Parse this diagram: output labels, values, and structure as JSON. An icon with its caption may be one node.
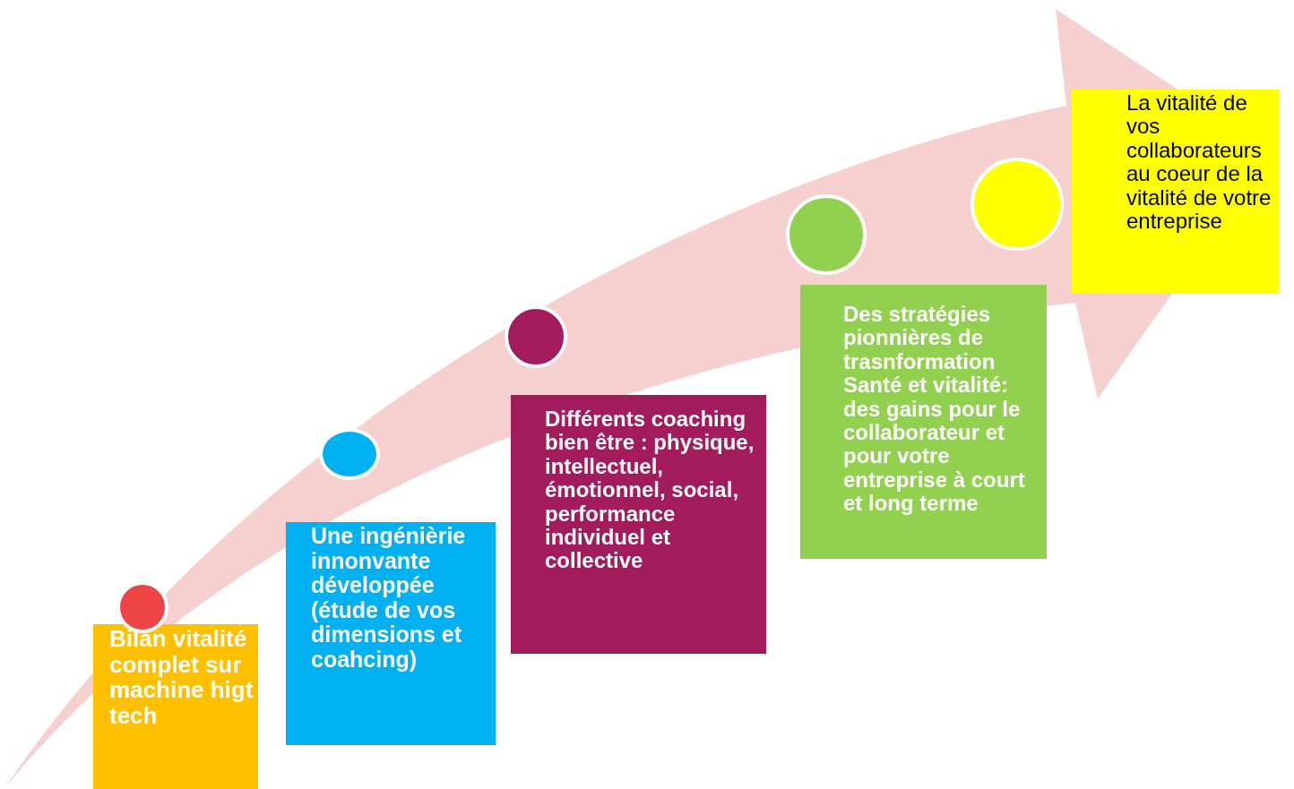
{
  "diagram": {
    "nodes": [
      {
        "text": [
          "Bilan vitalité complet sur machine higt tech"
        ]
      },
      {
        "text": [
          "Une ingénièrie innonvante développée (étude de vos dimensions et coahcing)"
        ]
      },
      {
        "text": [
          "Différents coaching bien être : physique, intellectuel, émotionnel, social, performance individuel et collective"
        ]
      },
      {
        "text": [
          "Des stratégies pionnières de trasnformation Santé et vitalité: des gains pour le collaborateur et pour votre entreprise à court et long terme"
        ]
      },
      {
        "text": [
          "La vitalité de vos collaborateurs au coeur de la vitalité de votre entreprise"
        ]
      },
      {
        "text": [],
        "shape": "circle"
      },
      {
        "text": [],
        "shape": "circle"
      },
      {
        "text": [],
        "shape": "circle"
      },
      {
        "text": [],
        "shape": "circle"
      },
      {
        "text": [],
        "shape": "circle"
      }
    ]
  }
}
